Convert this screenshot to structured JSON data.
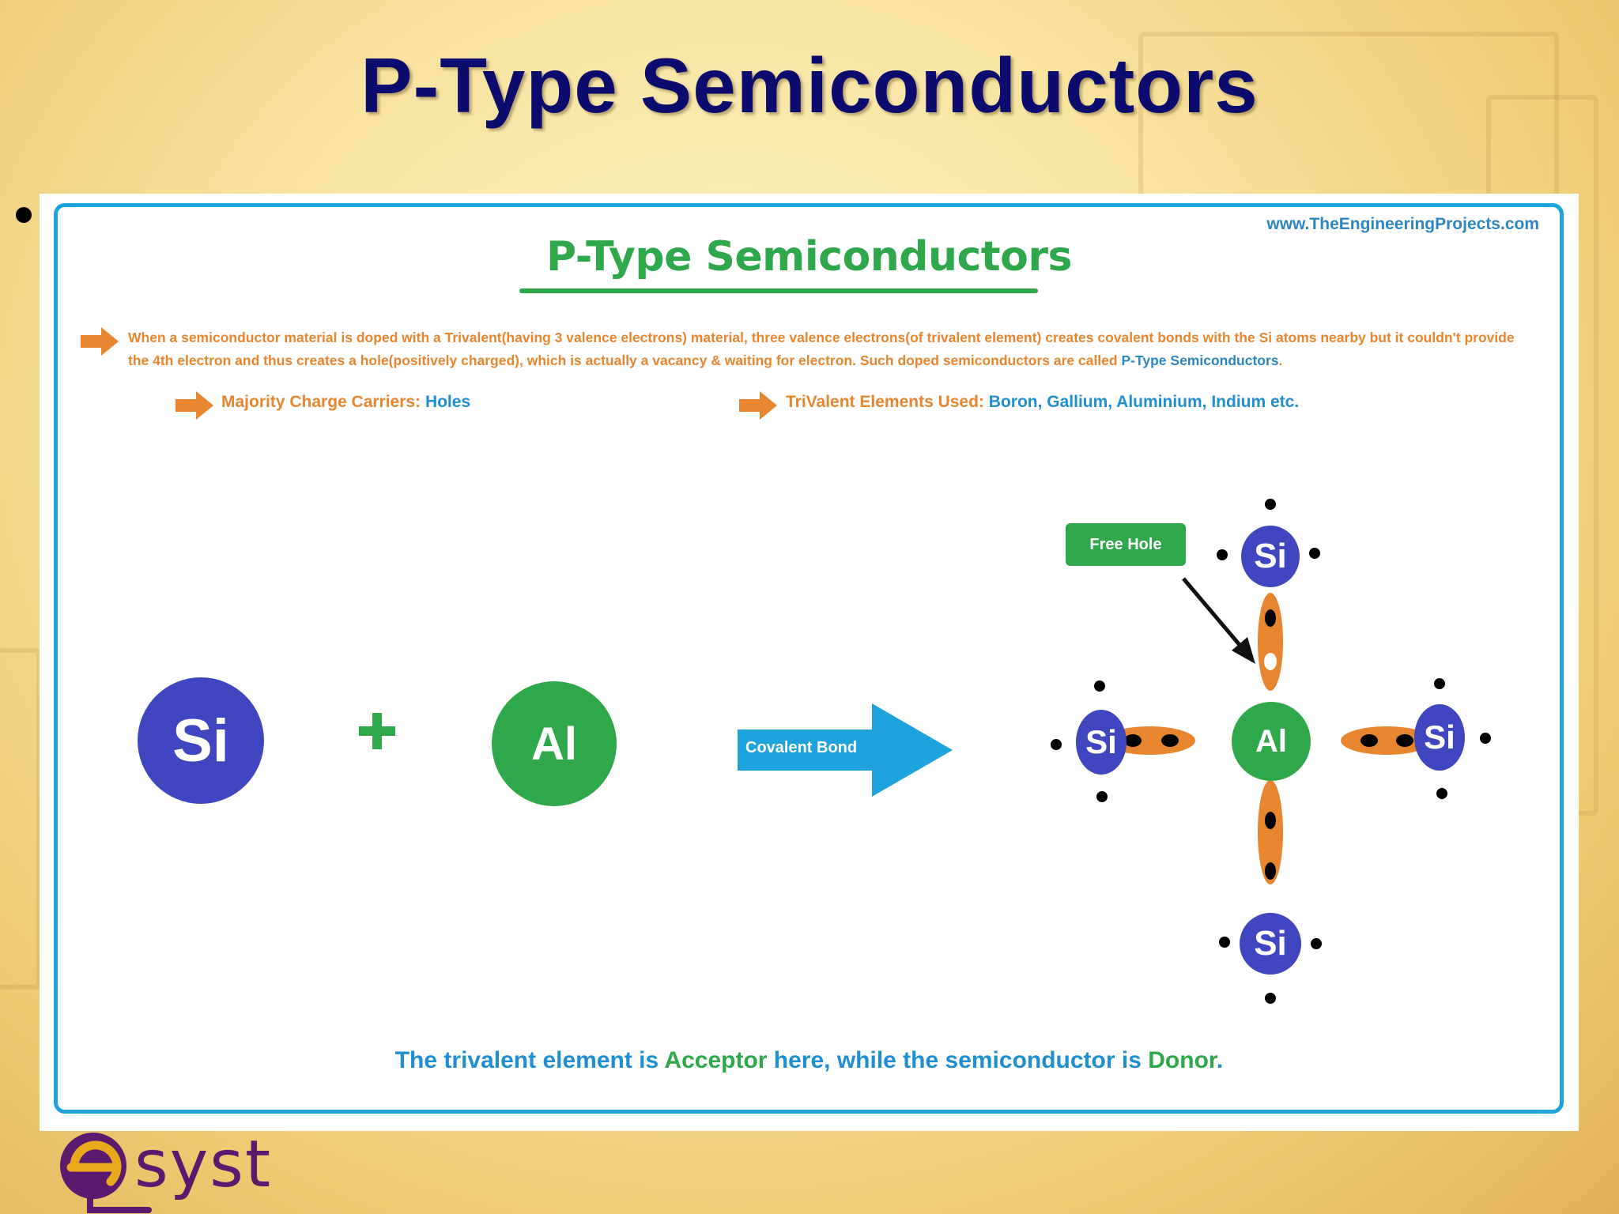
{
  "slide": {
    "title": "P-Type Semiconductors"
  },
  "diagram": {
    "website": "www.TheEngineeringProjects.com",
    "title": "P-Type Semiconductors",
    "description_1": "When a semiconductor material is doped with a Trivalent(having 3 valence electrons) material, three valence electrons(of trivalent element) creates covalent bonds with the Si atoms nearby but it couldn't provide the 4th electron and thus creates a hole(positively charged), which is actually a vacancy & waiting for electron. Such doped semiconductors are called ",
    "description_highlight": "P-Type Semiconductors",
    "description_end": ".",
    "majority_label": "Majority Charge Carriers:",
    "majority_value": "Holes",
    "elements_label": "TriValent Elements Used:",
    "elements_value": "Boron, Gallium, Aluminium, Indium etc.",
    "atom_si": "Si",
    "atom_al": "Al",
    "arrow_label": "Covalent Bond",
    "free_hole_label": "Free Hole",
    "lattice_center": "Al",
    "lattice_top": "Si",
    "lattice_left": "Si",
    "lattice_right": "Si",
    "lattice_bottom": "Si",
    "footer_1": "The trivalent element is ",
    "footer_acceptor": "Acceptor",
    "footer_2": " here, while the semiconductor is ",
    "footer_donor": "Donor",
    "footer_3": "."
  },
  "logo": {
    "text": "esyst"
  },
  "colors": {
    "title": "#0c0c6e",
    "green": "#2ea84a",
    "orange": "#e8852f",
    "blue": "#1f8fd0",
    "silicon": "#4046c0",
    "frame": "#1fa3dc",
    "logo": "#5a1a6e"
  }
}
